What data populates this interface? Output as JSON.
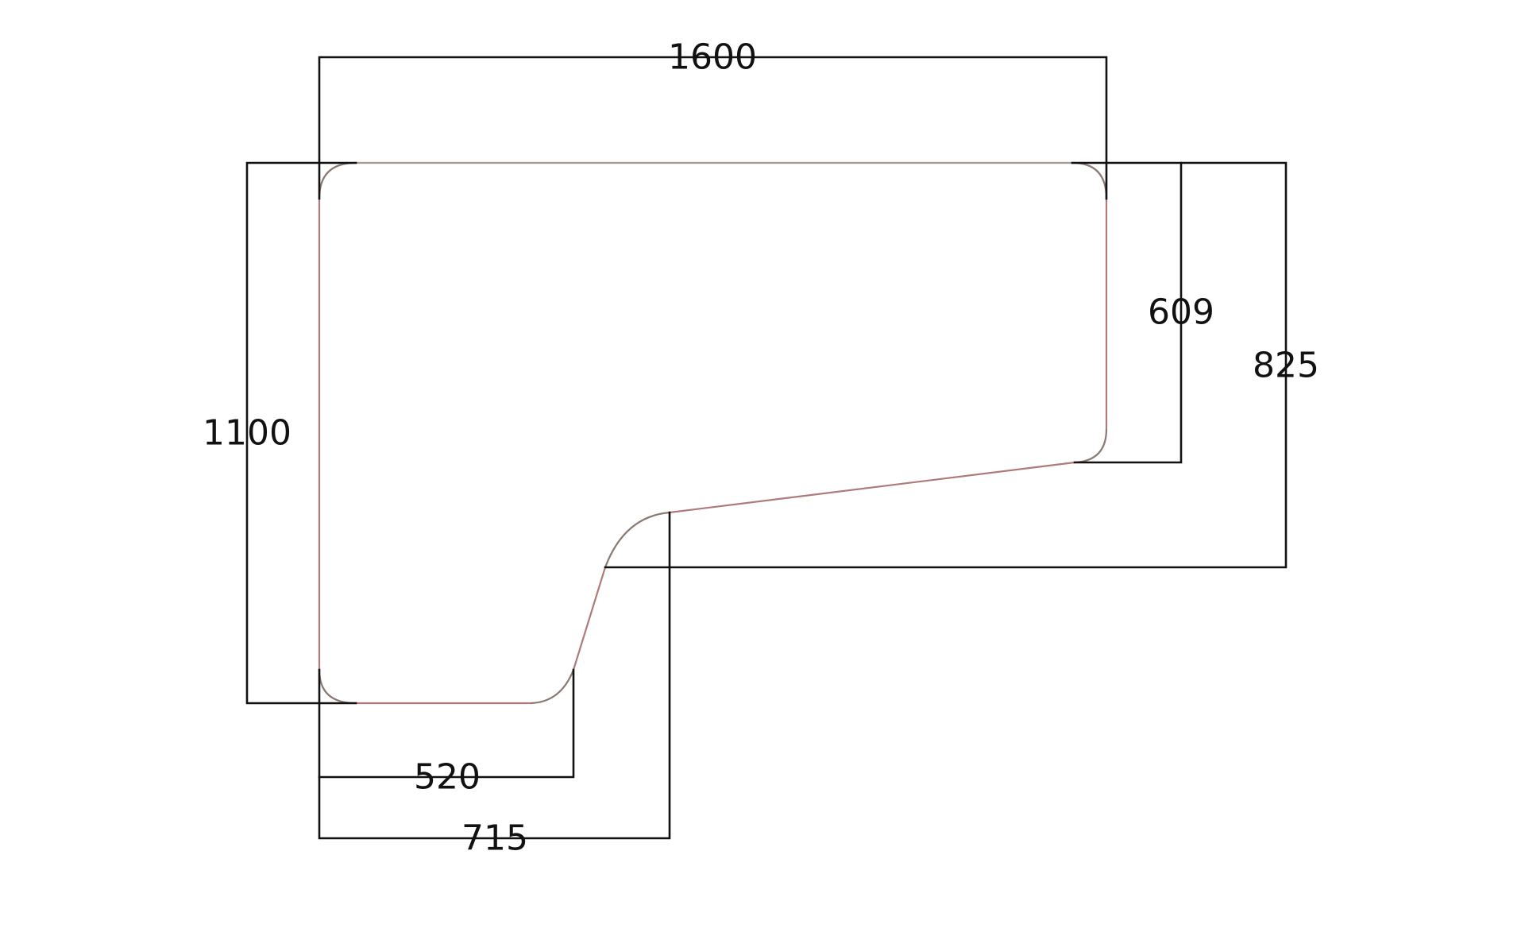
{
  "dimensions": {
    "top_width": "1600",
    "left_height": "1100",
    "right_inner_depth": "609",
    "right_outer_depth": "825",
    "bottom_short": "520",
    "bottom_long": "715"
  },
  "colors": {
    "dimension_lines": "#111111",
    "outline_top": "#a89a90",
    "outline_body": "#b07a7a",
    "background": "#ffffff"
  }
}
